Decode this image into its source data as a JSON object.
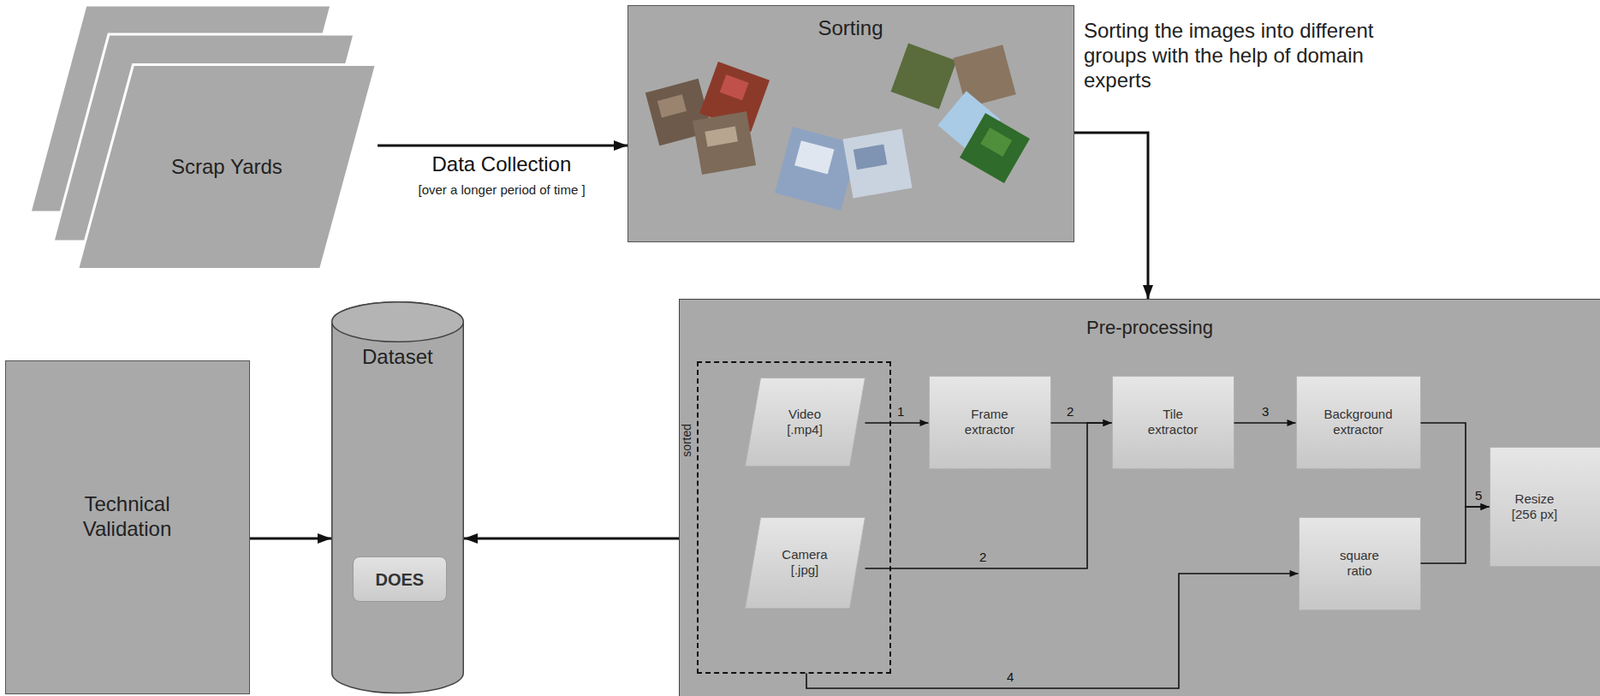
{
  "diagram": {
    "nodes": [
      {
        "text": [
          "Scrap Yards"
        ]
      },
      {
        "text": [
          "Sorting"
        ]
      },
      {
        "text": [
          "Pre-processing"
        ]
      },
      {
        "text": [
          "sorted"
        ],
        "in": 2
      },
      {
        "text": [
          "Video [.mp4]"
        ],
        "in": 3
      },
      {
        "text": [
          "Camera [.jpg]"
        ],
        "in": 3
      },
      {
        "text": [
          "Frame extractor"
        ],
        "in": 2
      },
      {
        "text": [
          "Tile extractor"
        ],
        "in": 2
      },
      {
        "text": [
          "Background extractor"
        ],
        "in": 2
      },
      {
        "text": [
          "square ratio"
        ],
        "in": 2
      },
      {
        "text": [
          "Resize [256 px]"
        ],
        "in": 2
      },
      {
        "text": [
          "Technical Validation"
        ]
      },
      {
        "text": [
          "Dataset"
        ]
      },
      {
        "text": [
          "DOES"
        ],
        "in": 12
      }
    ],
    "edges": [
      {
        "from": 0,
        "to": 1,
        "arrow": "to",
        "label": "Data Collection"
      },
      {
        "from": 1,
        "to": 2,
        "arrow": "to"
      },
      {
        "from": 4,
        "to": 6,
        "arrow": "to",
        "label": "1"
      },
      {
        "from": 6,
        "to": 7,
        "arrow": "to",
        "label": "2"
      },
      {
        "from": 5,
        "to": 7,
        "arrow": "to",
        "label": "2"
      },
      {
        "from": 7,
        "to": 8,
        "arrow": "to",
        "label": "3"
      },
      {
        "from": 8,
        "to": 10,
        "arrow": "to",
        "label": "5"
      },
      {
        "from": 9,
        "to": 10,
        "arrow": "to"
      },
      {
        "from": 3,
        "to": 9,
        "arrow": "to",
        "label": "4"
      },
      {
        "from": 2,
        "to": 12,
        "arrow": "to"
      },
      {
        "from": 11,
        "to": 12,
        "arrow": "to"
      }
    ],
    "labels": [
      "[over a longer period of time ]",
      "Sorting the images into different groups with the help of domain experts"
    ]
  }
}
